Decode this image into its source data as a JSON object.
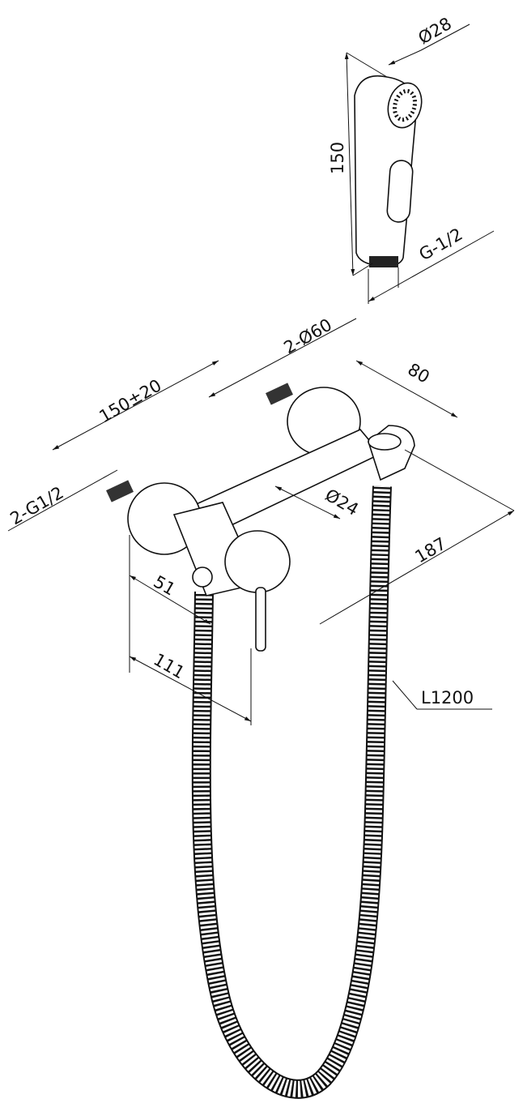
{
  "drawing": {
    "dimensions": {
      "head_diameter": "Ø28",
      "head_length": "150",
      "head_thread": "G-1/2",
      "flange_diameter": "2-Ø60",
      "holder_offset": "80",
      "center_distance": "150±20",
      "inlet_thread": "2-G1/2",
      "body_diameter": "Ø24",
      "total_depth": "187",
      "outlet_depth": "51",
      "lever_depth": "111",
      "hose_length": "L1200"
    }
  }
}
